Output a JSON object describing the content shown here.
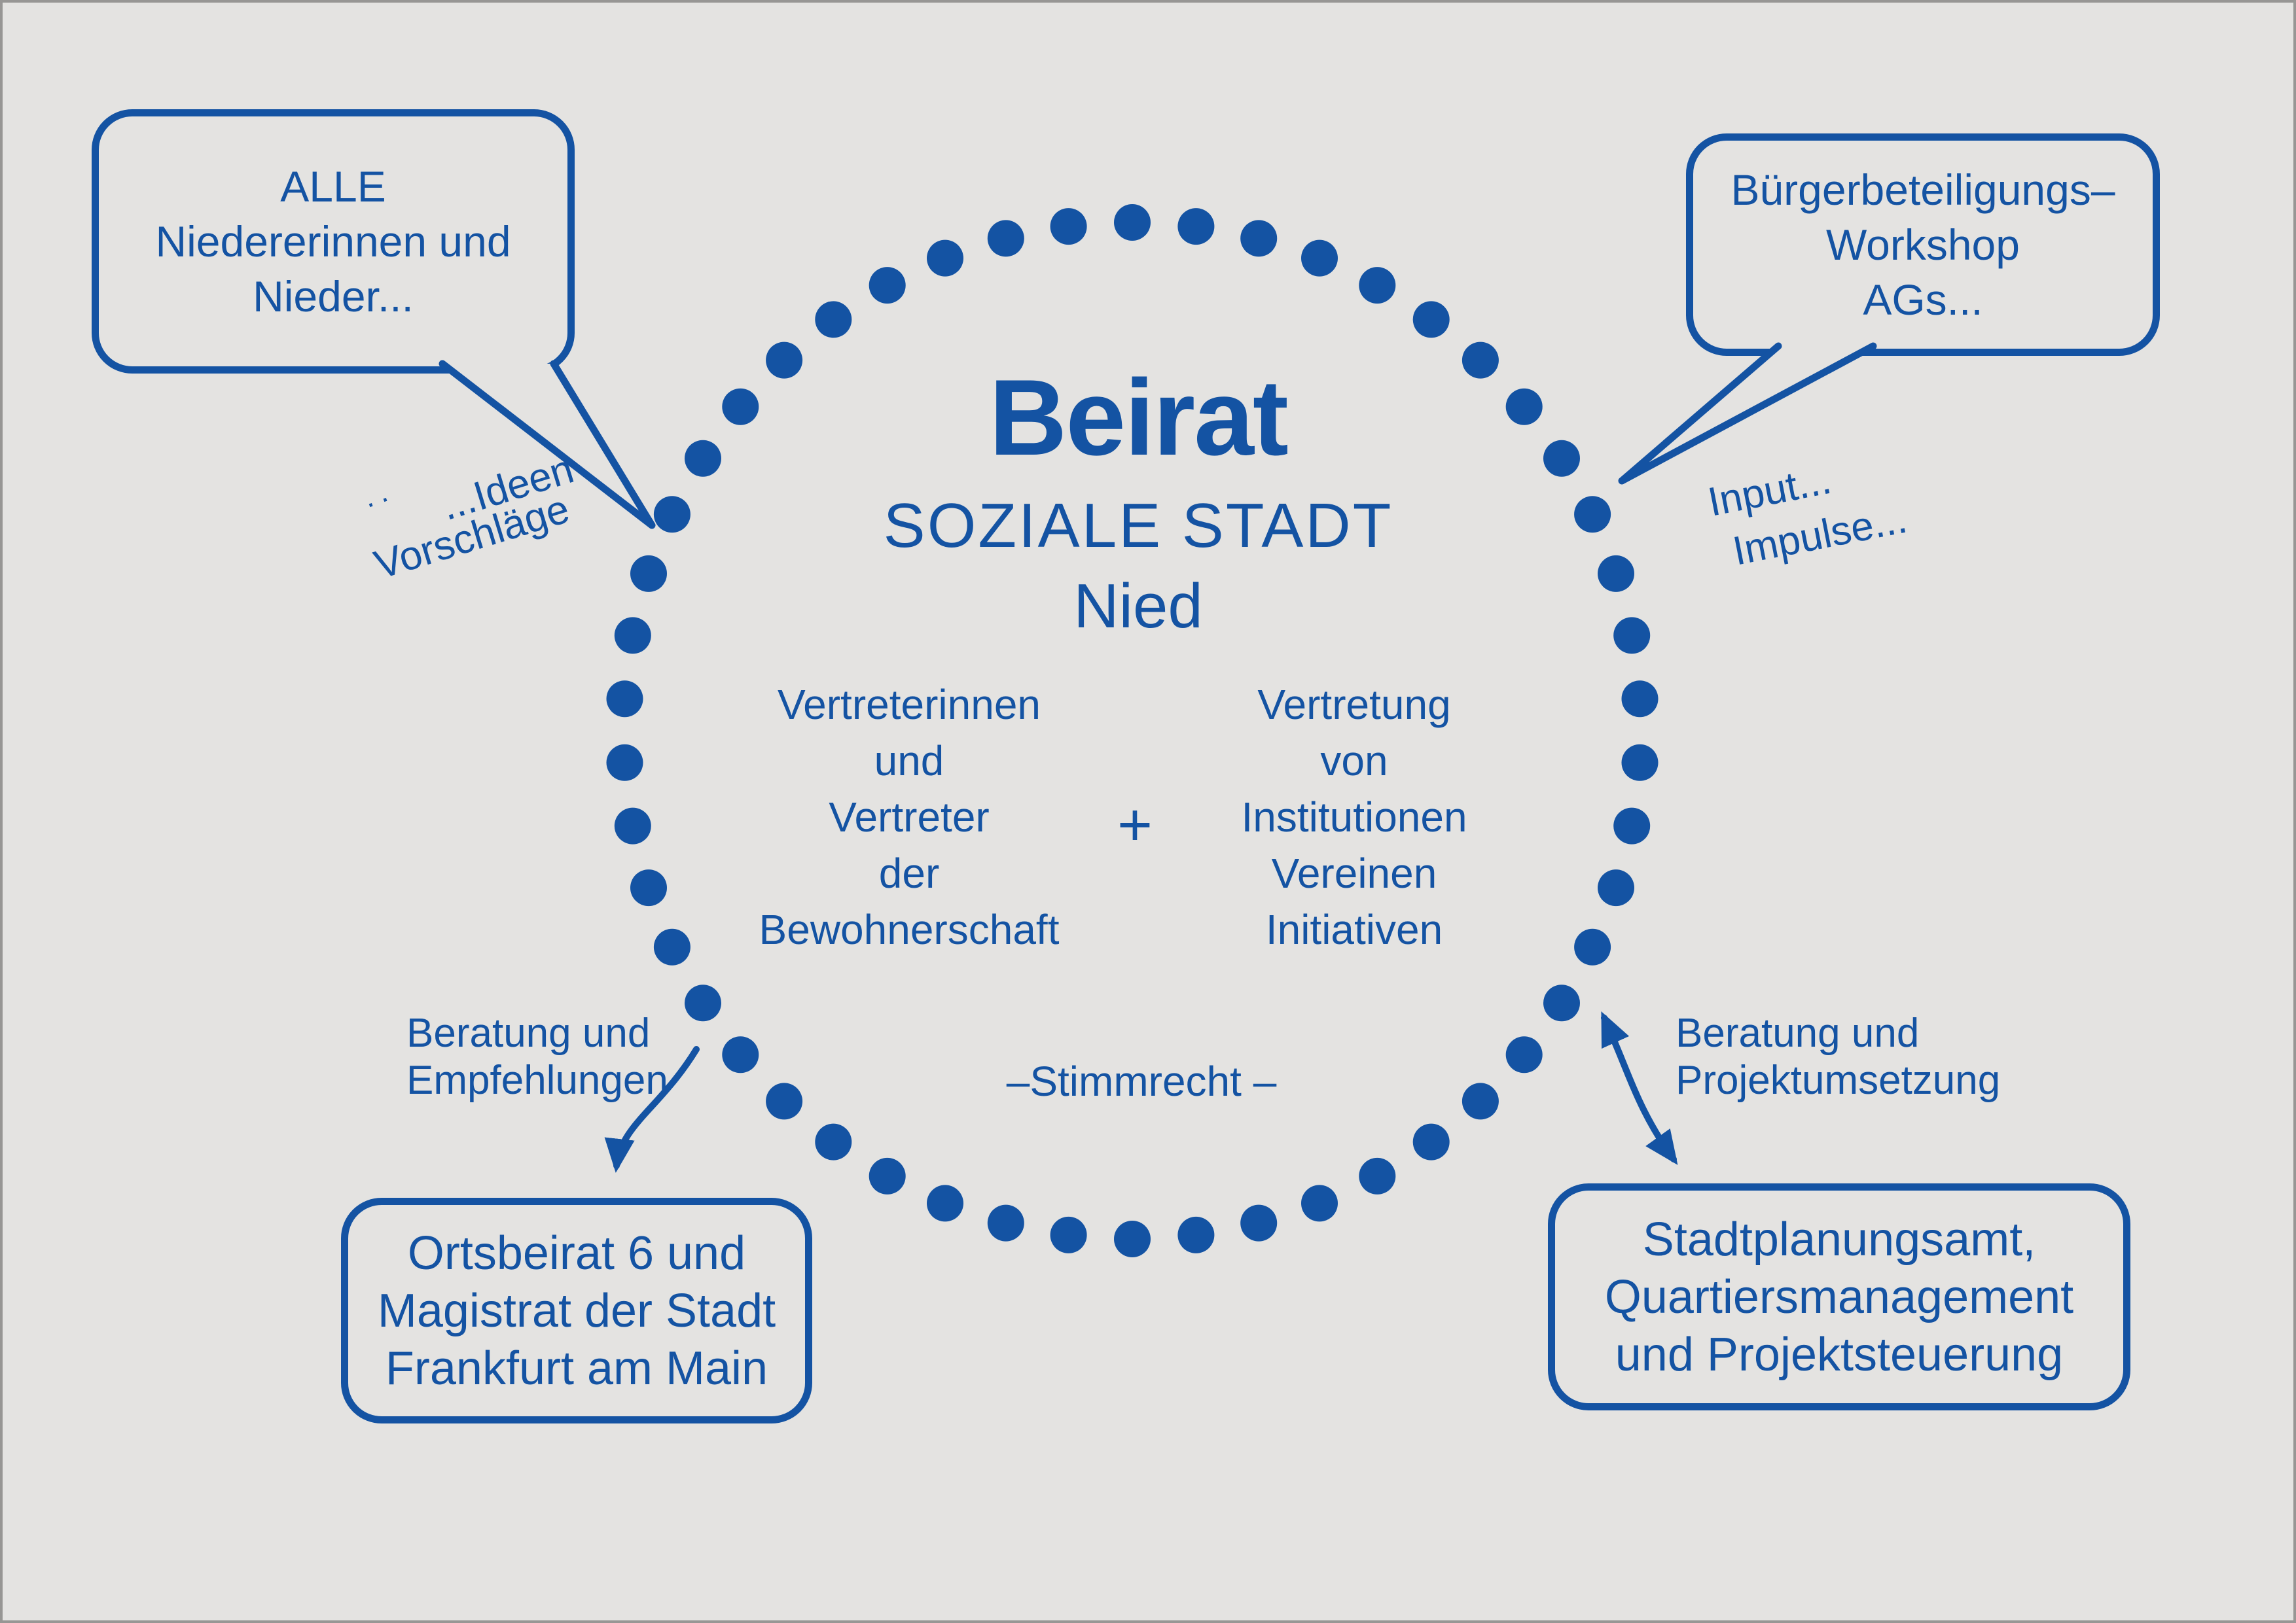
{
  "colors": {
    "blue": "#1453a3",
    "background": "#e4e3e1"
  },
  "ring": {
    "dot_count": 50
  },
  "center": {
    "title": "Beirat",
    "subtitle": "SOZIALE STADT",
    "region": "Nied",
    "left_group_lines": [
      "Vertreterinnen",
      "und",
      "Vertreter",
      "der",
      "Bewohnerschaft"
    ],
    "plus": "+",
    "right_group_lines": [
      "Vertretung",
      "von",
      "Institutionen",
      "Vereinen",
      "Initiativen"
    ],
    "voting_note": "–Stimmrecht –"
  },
  "bubbles": {
    "top_left_lines": [
      "ALLE",
      "Niedererinnen und",
      "Nieder..."
    ],
    "top_right_lines": [
      "Bürgerbeteiligungs–",
      "Workshop",
      "AGs..."
    ]
  },
  "boxes": {
    "bottom_left_lines": [
      "Ortsbeirat 6 und",
      "Magistrat der Stadt",
      "Frankfurt am Main"
    ],
    "bottom_right_lines": [
      "Stadtplanungsamt,",
      "Quartiersmanagement",
      "und Projektsteuerung"
    ]
  },
  "annotations": {
    "leader_dots": "··",
    "ideen": "...Ideen",
    "vorschlaege": "Vorschläge",
    "input": "Input...",
    "impulse": "Impulse...",
    "left_arrow_lines": [
      "Beratung und",
      "Empfehlungen"
    ],
    "right_arrow_lines": [
      "Beratung und",
      "Projektumsetzung"
    ]
  }
}
